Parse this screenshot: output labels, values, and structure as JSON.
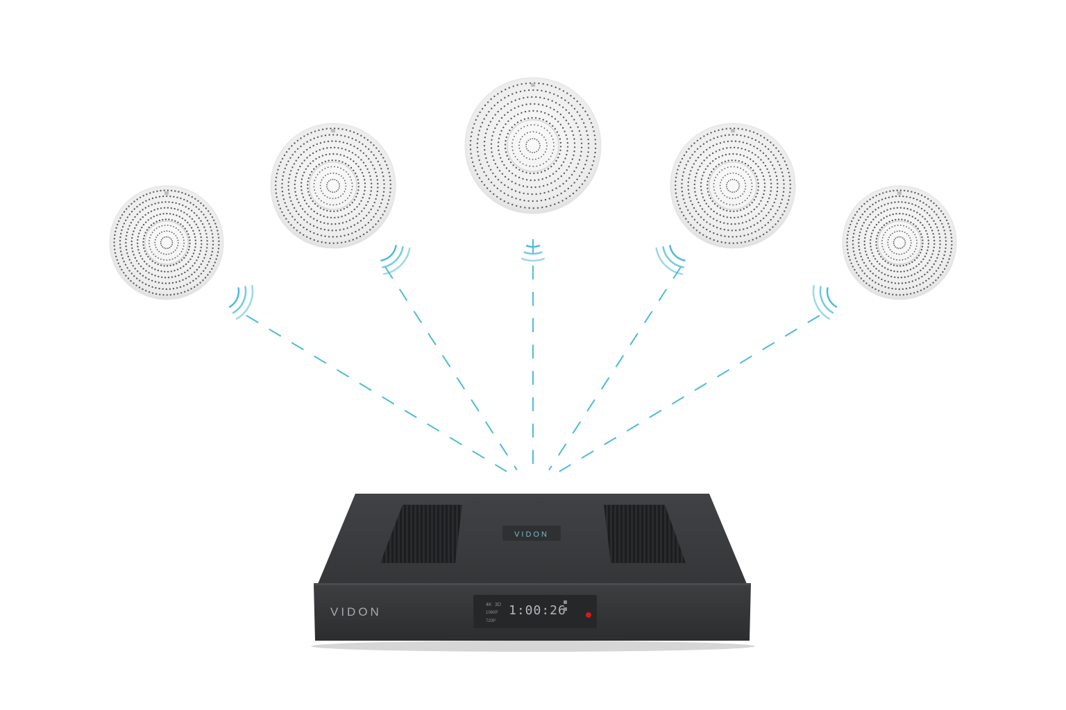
{
  "scene": {
    "device": {
      "brand_front": "VIDON",
      "brand_top": "VIDON",
      "display": {
        "time": "1:00:26",
        "labels": [
          "4K",
          "3D",
          "1080P",
          "720P"
        ]
      }
    },
    "speakers_count": 5,
    "signal_color": "#4bbbd8",
    "speaker_color": "#f2f2f2",
    "device_color": "#3a3b3d",
    "led_color": "#d11a1a"
  }
}
